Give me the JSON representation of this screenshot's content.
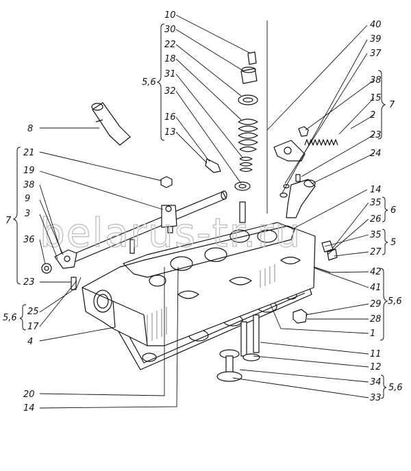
{
  "watermark": "belarus-tr.ru",
  "callouts_left": [
    "8",
    "21",
    "19",
    "38",
    "9",
    "3",
    "36",
    "23",
    "25",
    "17",
    "4",
    "20",
    "14"
  ],
  "callouts_top": [
    "10",
    "30",
    "22",
    "18",
    "31",
    "32",
    "16",
    "13"
  ],
  "callouts_right_top": [
    "40",
    "39",
    "37",
    "38",
    "15",
    "2",
    "23",
    "24"
  ],
  "callouts_right": [
    "14",
    "35",
    "26",
    "35",
    "27",
    "42",
    "41",
    "29",
    "28",
    "1",
    "11",
    "12",
    "34",
    "33"
  ],
  "group_labels": {
    "top_56": "5,6",
    "left_7": "7",
    "left_56": "5,6",
    "right_top_7": "7",
    "right_6": "6",
    "right_5": "5",
    "right_mid_56": "5,6",
    "right_bottom_56": "5,6"
  }
}
